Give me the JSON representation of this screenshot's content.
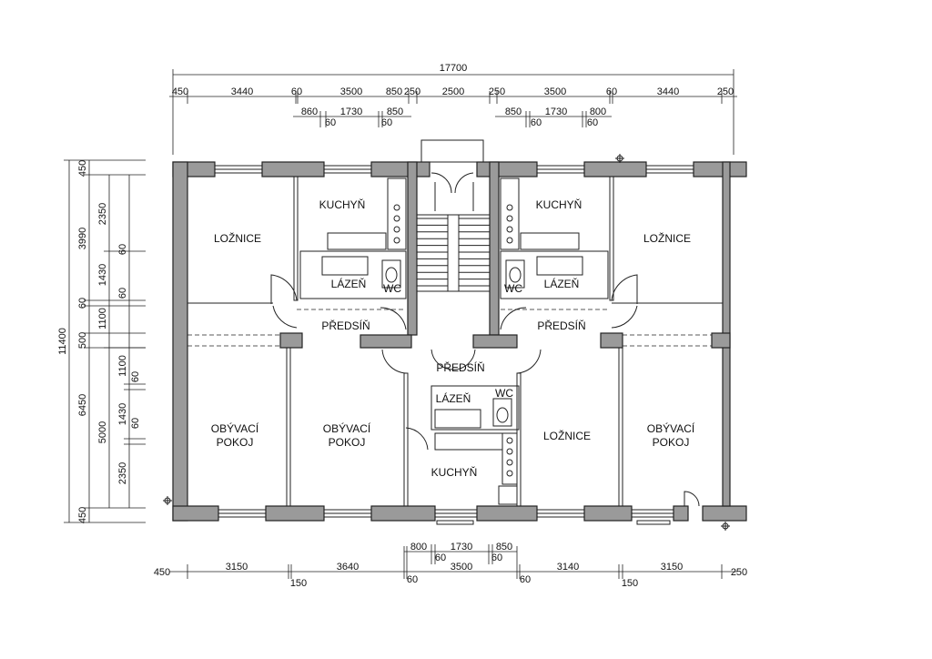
{
  "rooms": {
    "loznice_left": "LOŽNICE",
    "kuchyn_left": "KUCHYŇ",
    "lazen_left": "LÁZEŇ",
    "wc_left": "WC",
    "predsin_left": "PŘEDSÍŇ",
    "obyvaci_left_1": "OBÝVACÍ",
    "obyvaci_left_2": "POKOJ",
    "obyvaci_mid_1": "OBÝVACÍ",
    "obyvaci_mid_2": "POKOJ",
    "predsin_center": "PŘEDSÍŇ",
    "lazen_center": "LÁZEŇ",
    "wc_center": "WC",
    "kuchyn_center": "KUCHYŇ",
    "loznice_center": "LOŽNICE",
    "kuchyn_right": "KUCHYŇ",
    "loznice_right": "LOŽNICE",
    "wc_right": "WC",
    "lazen_right": "LÁZEŇ",
    "predsin_right": "PŘEDSÍŇ",
    "obyvaci_right_1": "OBÝVACÍ",
    "obyvaci_right_2": "POKOJ"
  },
  "dimensions": {
    "top_total": "17700",
    "top_row": [
      "450",
      "3440",
      "60",
      "3500",
      "850",
      "250",
      "2500",
      "250",
      "3500",
      "60",
      "3440",
      "250"
    ],
    "top_row2": [
      "860",
      "1730",
      "850",
      "850",
      "1730",
      "800"
    ],
    "top_row2_small": [
      "60",
      "60",
      "60",
      "60"
    ],
    "bottom_row": [
      "450",
      "3150",
      "3640",
      "3500",
      "3140",
      "3150",
      "250"
    ],
    "bottom_row_small": [
      "150",
      "60",
      "60",
      "150"
    ],
    "bottom_row2": [
      "800",
      "1730",
      "850"
    ],
    "bottom_row2_small": [
      "60",
      "60"
    ],
    "left_total": "11400",
    "left_col1": [
      "450",
      "3990",
      "60",
      "500",
      "6450",
      "450"
    ],
    "left_col2": [
      "2350",
      "1430",
      "1100",
      "5000"
    ],
    "left_col3": [
      "60",
      "60",
      "1100",
      "1430",
      "2350"
    ],
    "left_col3_small": [
      "60",
      "60"
    ]
  }
}
